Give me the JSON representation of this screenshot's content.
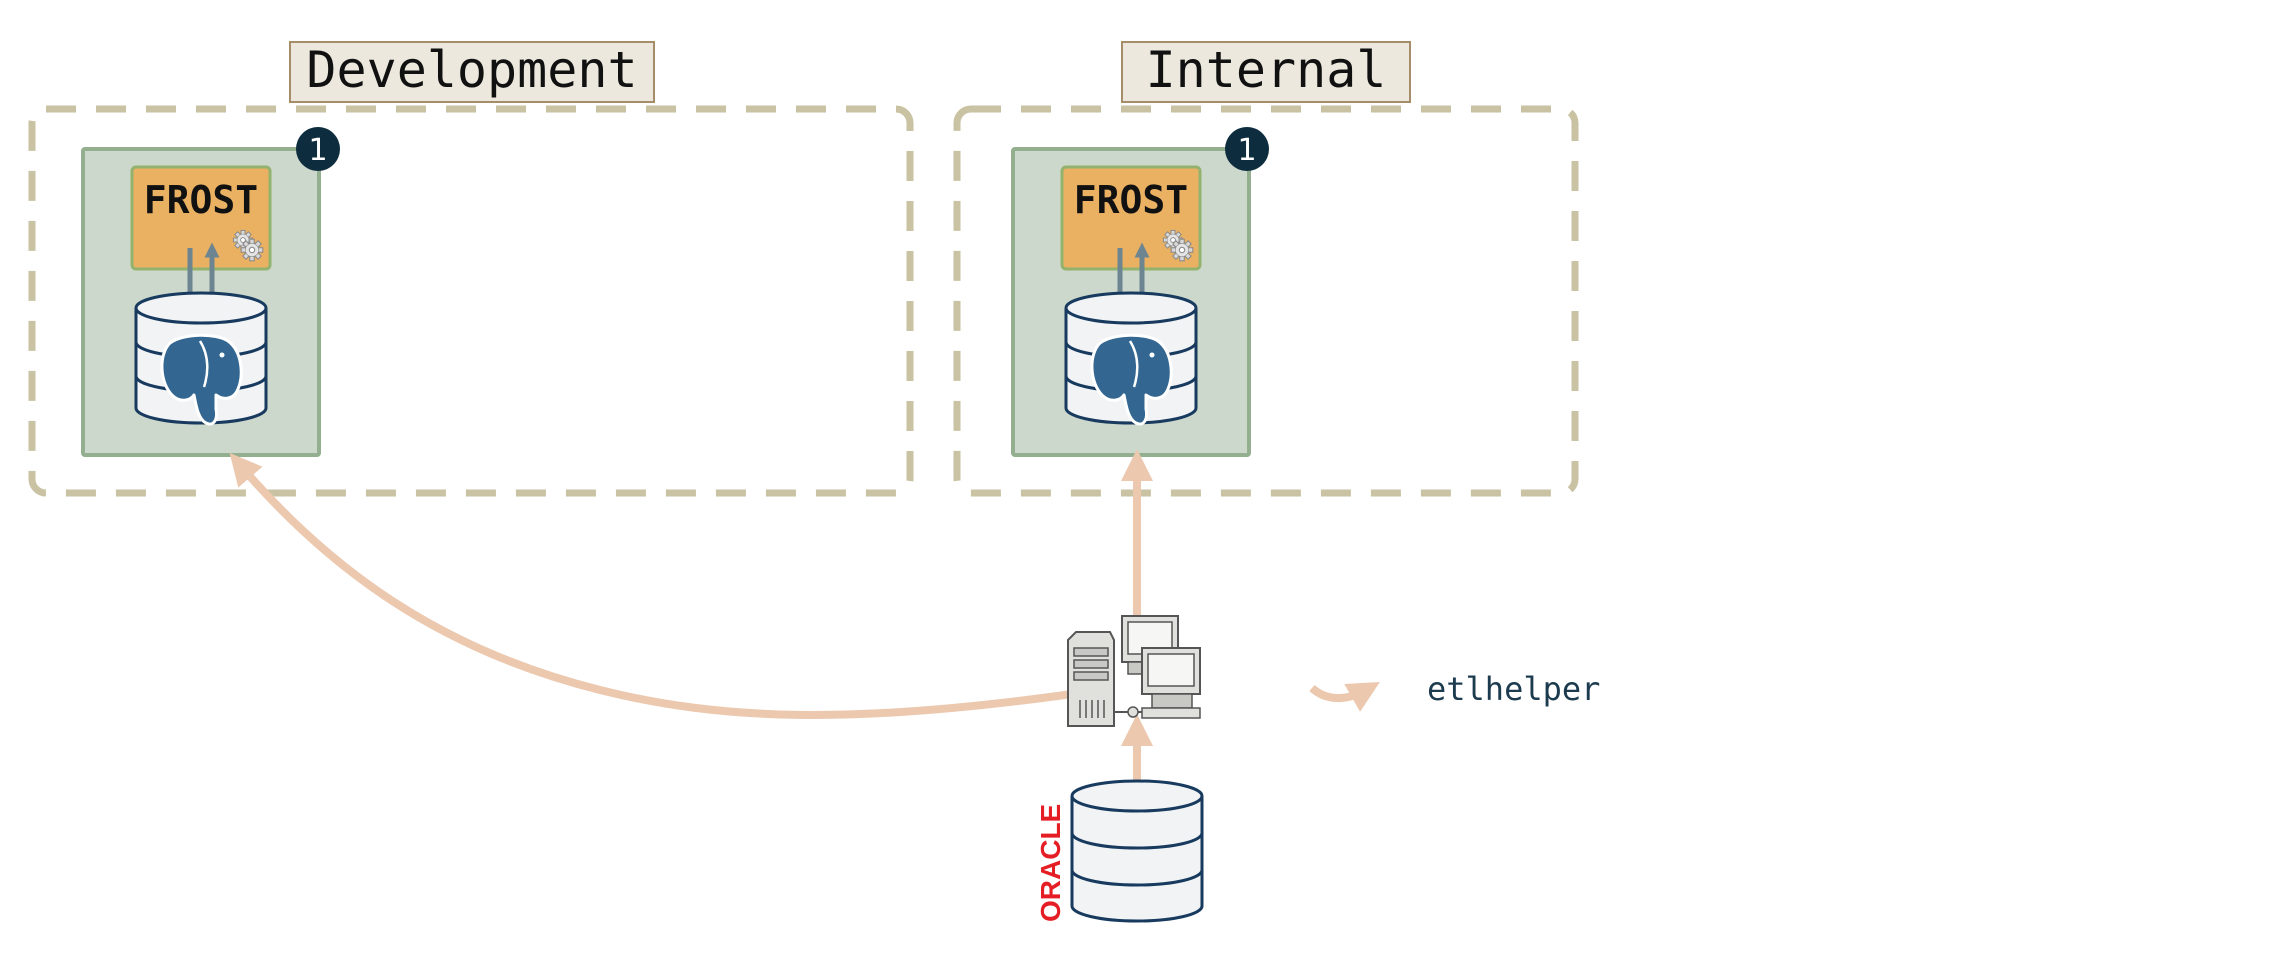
{
  "environments": [
    {
      "label": "Development",
      "badge": "1",
      "service_label": "FROST"
    },
    {
      "label": "Internal",
      "badge": "1",
      "service_label": "FROST"
    }
  ],
  "legend": {
    "label": "etlhelper"
  },
  "source_db": {
    "brand": "ORACLE"
  },
  "icons": {
    "database": "postgresql-elephant-icon",
    "gear": "gear-icon",
    "server": "server-workstation-icon",
    "source": "oracle-database-icon"
  },
  "colors": {
    "env_border": "#c9c2a3",
    "label_bg": "#ece8dd",
    "label_border": "#a58d69",
    "container_fill": "#cdd8cc",
    "container_border": "#93af8f",
    "frost_fill": "#eab163",
    "frost_border": "#93b26d",
    "badge_fill": "#0d2d3e",
    "db_stroke": "#173a5e",
    "db_fill": "#f1f3f5",
    "elephant": "#336791",
    "flow_arrow": "#ecc8ae",
    "internal_arrow": "#6d8591",
    "oracle_red": "#e51e25",
    "legend_text": "#1d3b4f"
  }
}
